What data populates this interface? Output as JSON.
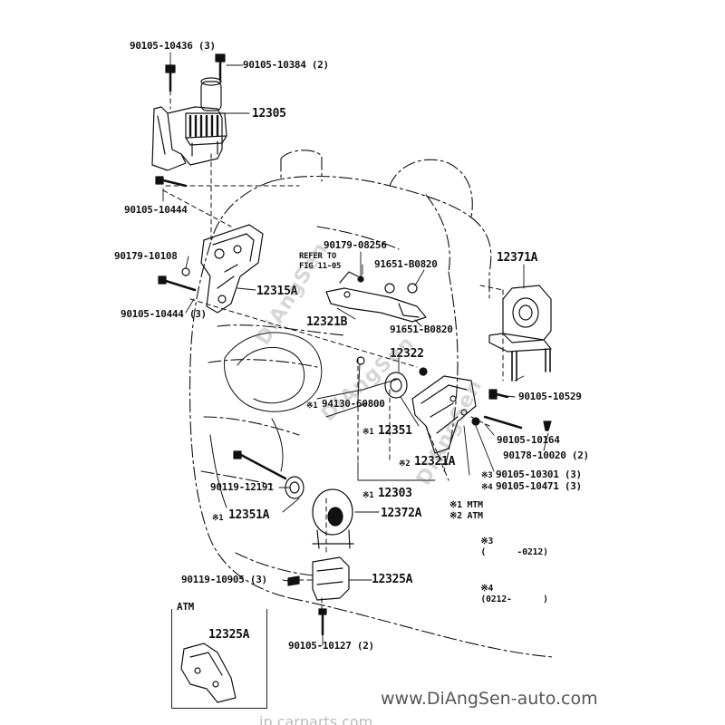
{
  "labels": {
    "bolt_top_left": "90105-10436 (3)",
    "bolt_top_right": "90105-10384 (2)",
    "mount_12305": "12305",
    "bolt_10444_a": "90105-10444",
    "nut_10108": "90179-10108",
    "bolt_10444_b": "90105-10444 (3)",
    "bracket_12315a": "12315A",
    "nut_08256": "90179-08256",
    "refer_line1": "REFER TO",
    "refer_line2": "FIG 11-05",
    "clip_b0820_a": "91651-B0820",
    "clip_b0820_b": "91651-B0820",
    "bracket_12321b": "12321B",
    "mount_12371a": "12371A",
    "mount_12322": "12322",
    "washer_60800": "94130-60800",
    "mount_12351": "12351",
    "bolt_10529": "90105-10529",
    "bolt_10164": "90105-10164",
    "washer_10020": "90178-10020 (2)",
    "bracket_12321a": "12321A",
    "bolt_10301": "90105-10301 (3)",
    "bolt_10471": "90105-10471 (3)",
    "bolt_12191": "90119-12191",
    "bracket_12303": "12303",
    "mount_12351a": "12351A",
    "mount_12372a": "12372A",
    "bolt_10905": "90119-10905 (3)",
    "bracket_12325a": "12325A",
    "bolt_10127": "90105-10127 (2)",
    "atm_box_title": "ATM",
    "atm_box_part": "12325A"
  },
  "callouts": {
    "washer_60800": "※1",
    "mount_12351": "※1",
    "bracket_12321a": "※2",
    "bolt_10301": "※3",
    "bolt_10471": "※4",
    "bracket_12303": "※1",
    "mount_12351a": "※1"
  },
  "legend": [
    {
      "mark": "※1",
      "text": "MTM"
    },
    {
      "mark": "※2",
      "text": "ATM"
    },
    {
      "mark": "※3",
      "text": "(      -0212)"
    },
    {
      "mark": "※4",
      "text": "(0212-      )"
    }
  ],
  "watermark": "DiAngSen",
  "site_url": "www.DiAngSen-auto.com",
  "site_url_faint": "jp.carparts.com",
  "colors": {
    "ink": "#111111",
    "watermark": "#6e6e6e",
    "site": "#555555"
  }
}
